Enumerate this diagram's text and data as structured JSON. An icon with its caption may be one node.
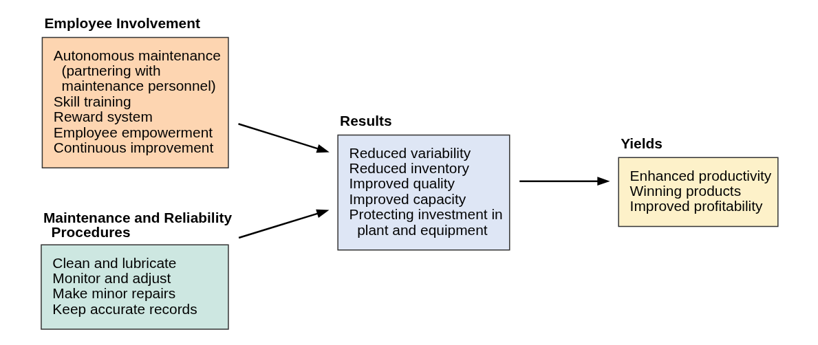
{
  "diagram": {
    "nodes": [
      {
        "text": [
          "Employee Involvement",
          "Autonomous maintenance (partnering with maintenance personnel)",
          "Skill training",
          "Reward system",
          "Employee empowerment",
          "Continuous improvement"
        ]
      },
      {
        "text": [
          "Maintenance and Reliability Procedures",
          "Clean and lubricate",
          "Monitor and adjust",
          "Make minor repairs",
          "Keep accurate records"
        ]
      },
      {
        "text": [
          "Results",
          "Reduced variability",
          "Reduced inventory",
          "Improved quality",
          "Improved capacity",
          "Protecting investment in plant and equipment"
        ]
      },
      {
        "text": [
          "Yields",
          "Enhanced productivity",
          "Winning products",
          "Improved profitability"
        ]
      }
    ],
    "edges": [
      {
        "from": 0,
        "to": 2,
        "arrow": "to"
      },
      {
        "from": 1,
        "to": 2,
        "arrow": "to"
      },
      {
        "from": 2,
        "to": 3,
        "arrow": "to"
      }
    ]
  }
}
